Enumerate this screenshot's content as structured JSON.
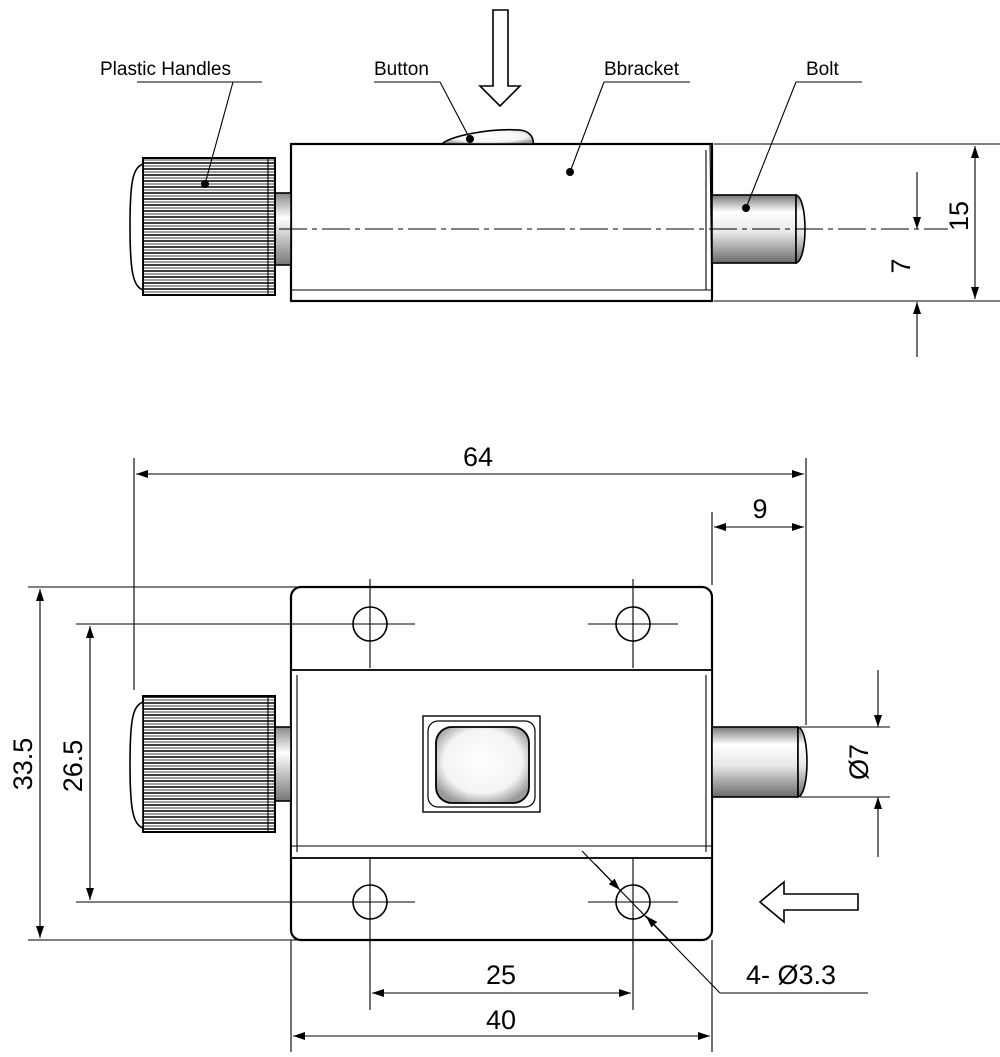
{
  "labels": {
    "plastic_handles": "Plastic Handles",
    "button": "Button",
    "bracket": "Bbracket",
    "bolt": "Bolt"
  },
  "dimensions": {
    "side_height_total": "15",
    "side_bolt_height": "7",
    "overall_length": "64",
    "bolt_extension": "9",
    "plate_height": "33.5",
    "hole_vertical_spacing": "26.5",
    "bolt_diameter": "Ø7",
    "hole_horizontal_spacing": "25",
    "plate_width": "40",
    "hole_callout": "4- Ø3.3"
  },
  "icons": [
    "arrow-down-icon",
    "arrow-left-icon",
    "diameter-icon"
  ]
}
